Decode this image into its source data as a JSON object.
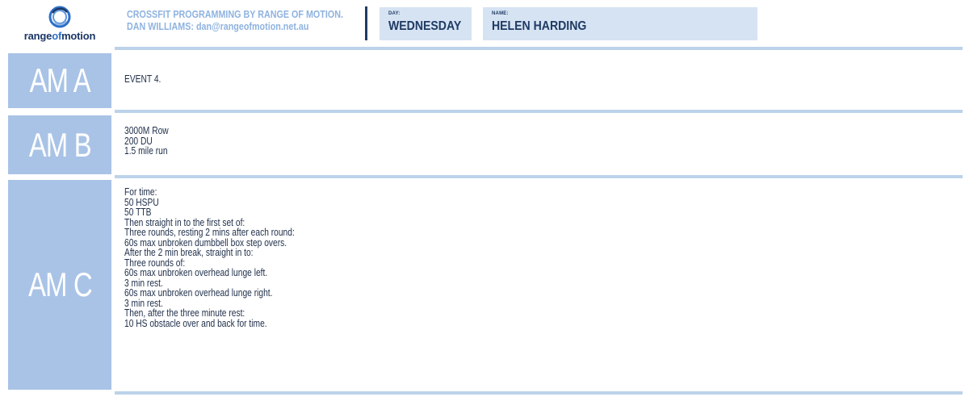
{
  "header": {
    "logo": {
      "text_main": "range",
      "text_accent": "of",
      "text_end": "motion"
    },
    "brand_line1": "CROSSFIT PROGRAMMING BY RANGE OF MOTION.",
    "brand_line2": "DAN WILLIAMS: dan@rangeofmotion.net.au",
    "day": {
      "label": "DAY:",
      "value": "WEDNESDAY"
    },
    "name": {
      "label": "NAME:",
      "value": "HELEN HARDING"
    }
  },
  "sections": [
    {
      "label": "AM A",
      "lines": [
        "EVENT 4."
      ]
    },
    {
      "label": "AM B",
      "lines": [
        "3000M Row",
        "200 DU",
        "1.5 mile run"
      ]
    },
    {
      "label": "AM C",
      "lines": [
        "For time:",
        "50 HSPU",
        "50 TTB",
        "Then straight in to the first set of:",
        "Three rounds, resting 2 mins after each round:",
        "60s max unbroken dumbbell box step overs.",
        "After the 2 min break, straight in to:",
        "Three rounds of:",
        "60s max unbroken overhead lunge left.",
        "3 min rest.",
        "60s max unbroken overhead lunge right.",
        "3 min rest.",
        "Then, after the three minute rest:",
        "10 HS obstacle over and back for time."
      ]
    }
  ],
  "colors": {
    "label_bg": "#a9c3e6",
    "field_bg": "#d6e3f3",
    "rule": "#bcd2ea",
    "navy": "#1f3b63"
  }
}
